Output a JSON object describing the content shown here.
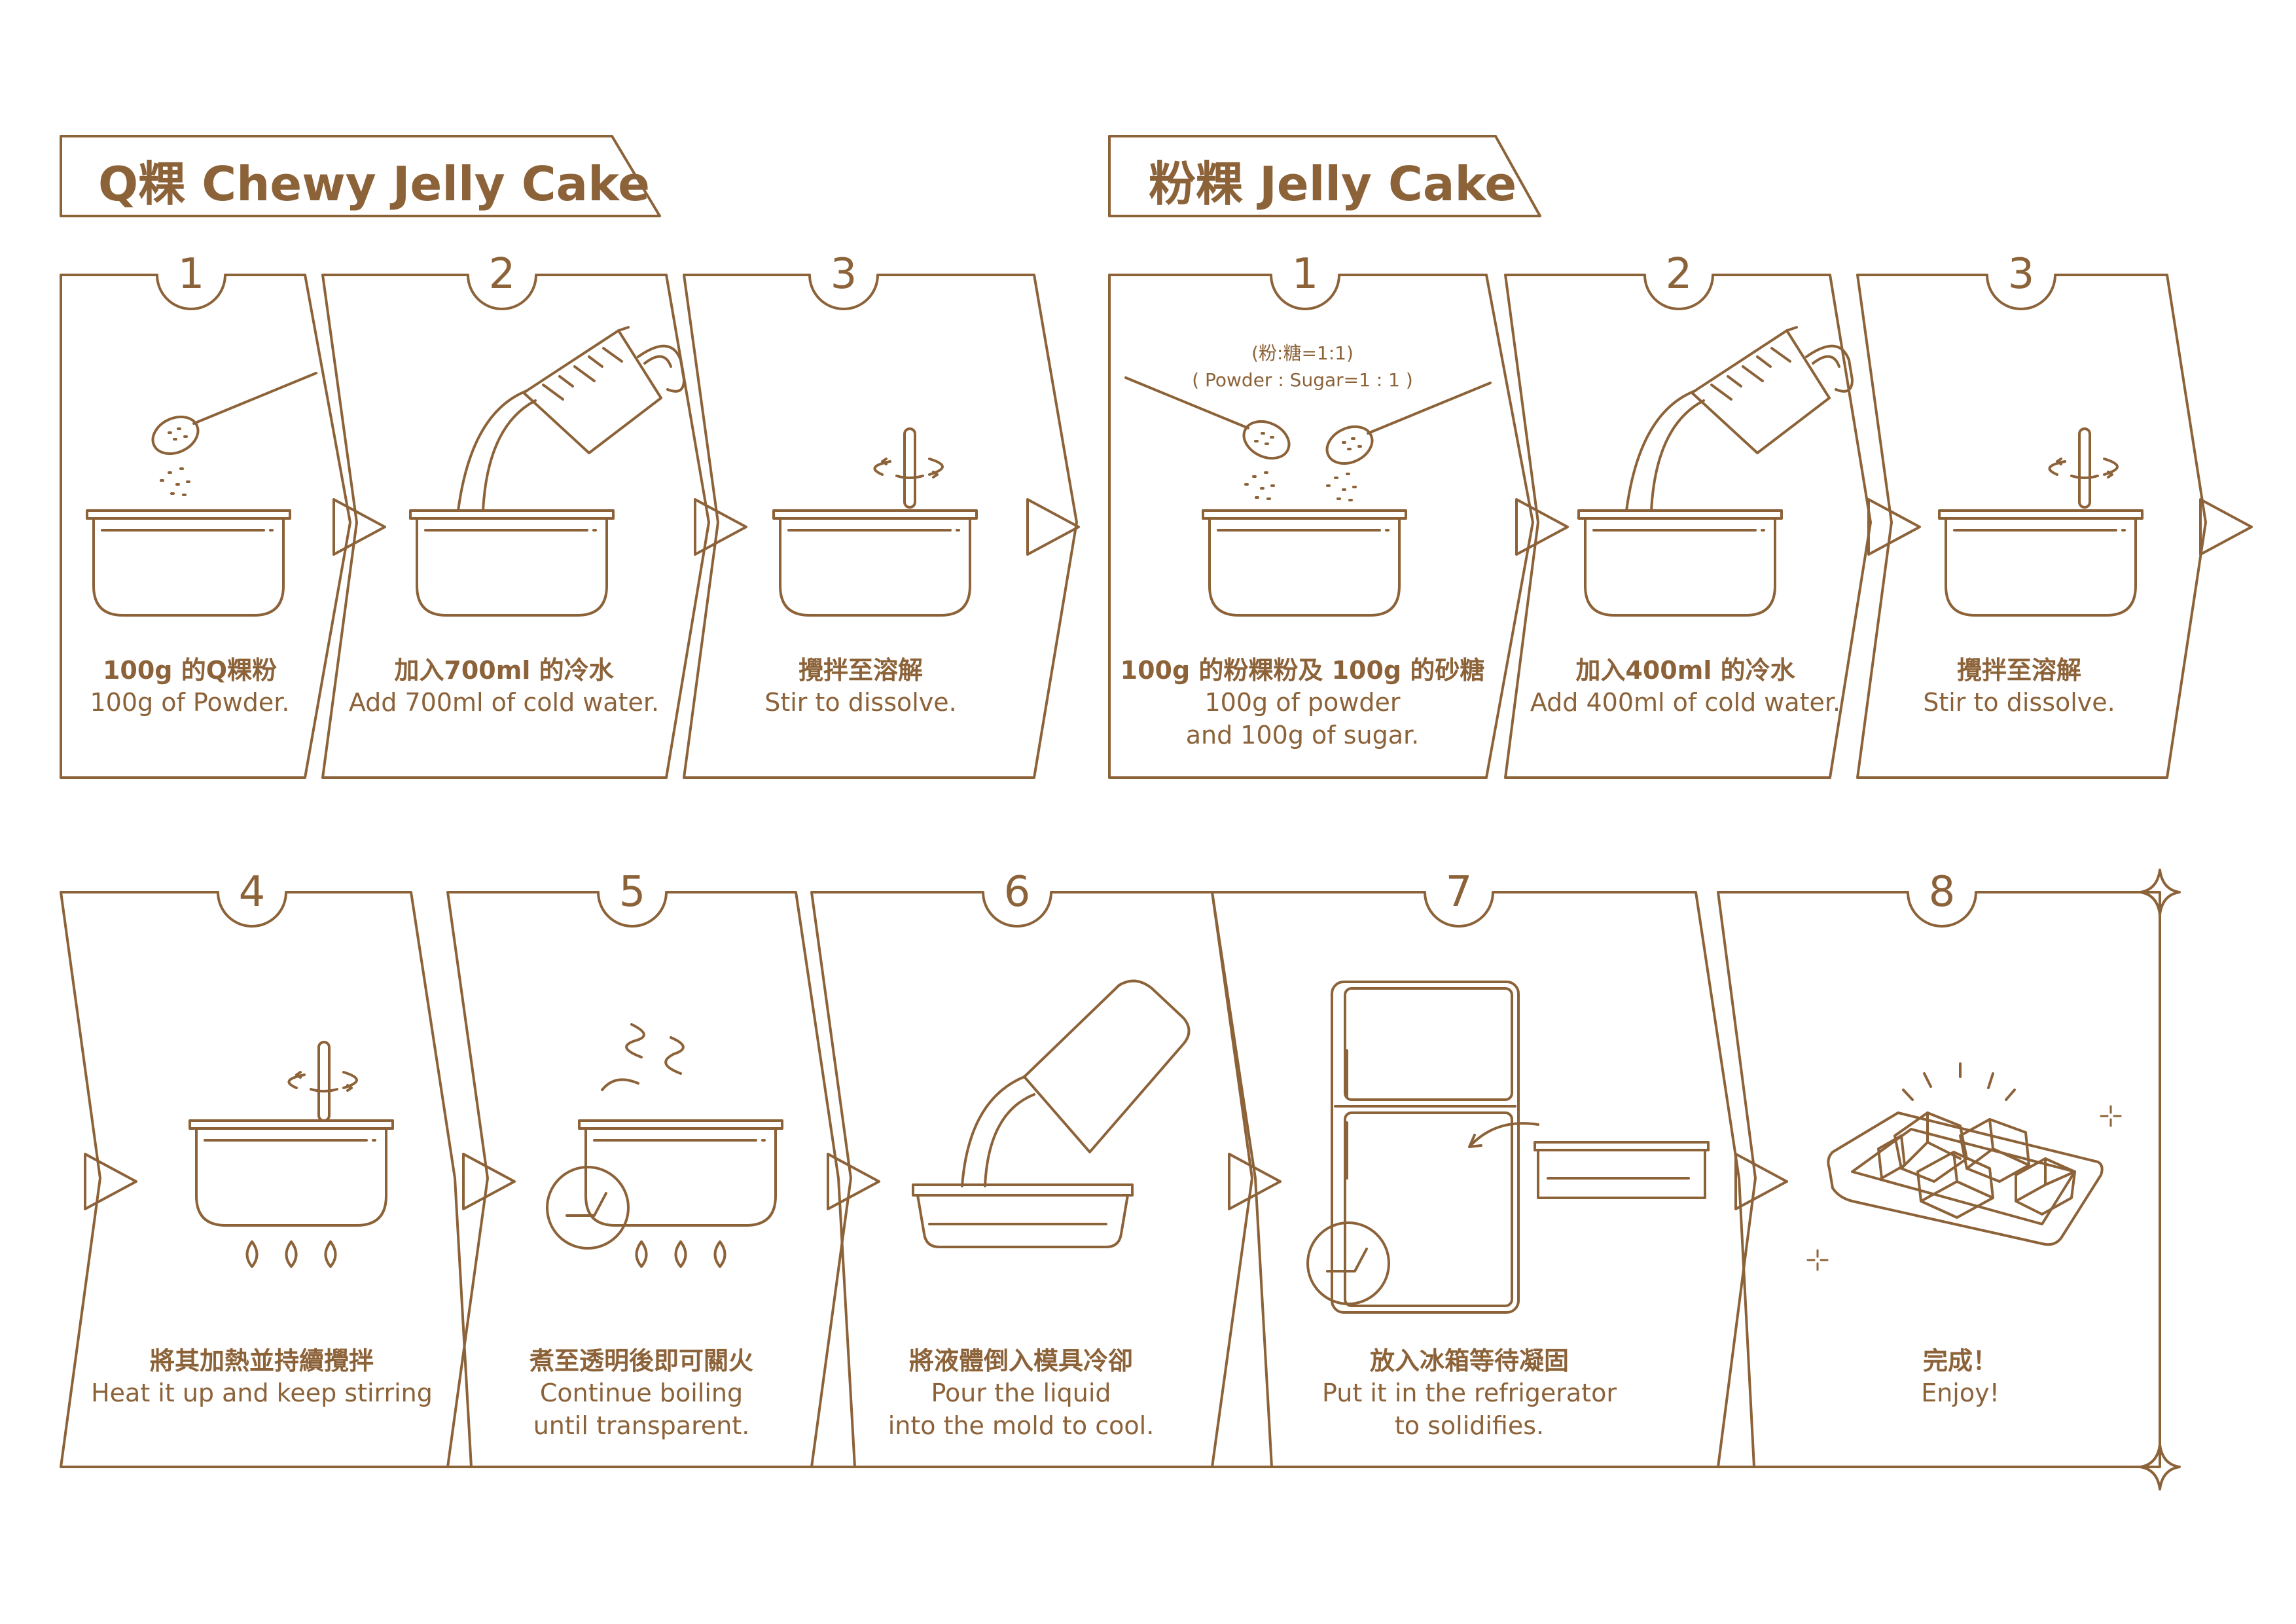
{
  "colors": {
    "line": "#8c6239",
    "background": "#ffffff"
  },
  "sections": {
    "chewy": {
      "title": "Q粿  Chewy Jelly Cake"
    },
    "jelly": {
      "title": "粉粿  Jelly Cake"
    }
  },
  "chewy_steps": [
    {
      "number": "1",
      "zh": "100g 的Q粿粉",
      "en": "100g of Powder."
    },
    {
      "number": "2",
      "zh": "加入700ml 的冷水",
      "en": "Add 700ml of cold water."
    },
    {
      "number": "3",
      "zh": "攪拌至溶解",
      "en": "Stir to dissolve."
    }
  ],
  "jelly_steps": [
    {
      "number": "1",
      "zh": "100g 的粉粿粉及 100g 的砂糖",
      "en1": "100g of powder",
      "en2": "and 100g of sugar.",
      "ratio_zh": "(粉:糖=1:1)",
      "ratio_en": "( Powder : Sugar=1 : 1 )"
    },
    {
      "number": "2",
      "zh": "加入400ml 的冷水",
      "en": "Add 400ml of cold water."
    },
    {
      "number": "3",
      "zh": "攪拌至溶解",
      "en": "Stir to dissolve."
    }
  ],
  "shared_steps": [
    {
      "number": "4",
      "zh": "將其加熱並持續攪拌",
      "en1": "Heat it up and keep stirring",
      "en2": ""
    },
    {
      "number": "5",
      "zh": "煮至透明後即可關火",
      "en1": "Continue boiling",
      "en2": "until transparent."
    },
    {
      "number": "6",
      "zh": "將液體倒入模具冷卻",
      "en1": "Pour the liquid",
      "en2": "into the mold to cool."
    },
    {
      "number": "7",
      "zh": "放入冰箱等待凝固",
      "en1": "Put it in the refrigerator",
      "en2": "to solidifies."
    },
    {
      "number": "8",
      "zh": "完成！",
      "en1": "Enjoy!",
      "en2": ""
    }
  ],
  "icons": [
    "measuring-spoon-icon",
    "pot-icon",
    "measuring-jug-icon",
    "stir-spoon-icon",
    "flame-icon",
    "steam-icon",
    "clock-icon",
    "mold-tray-icon",
    "refrigerator-icon",
    "jelly-cubes-icon",
    "sparkle-icon",
    "arrow-icon"
  ]
}
